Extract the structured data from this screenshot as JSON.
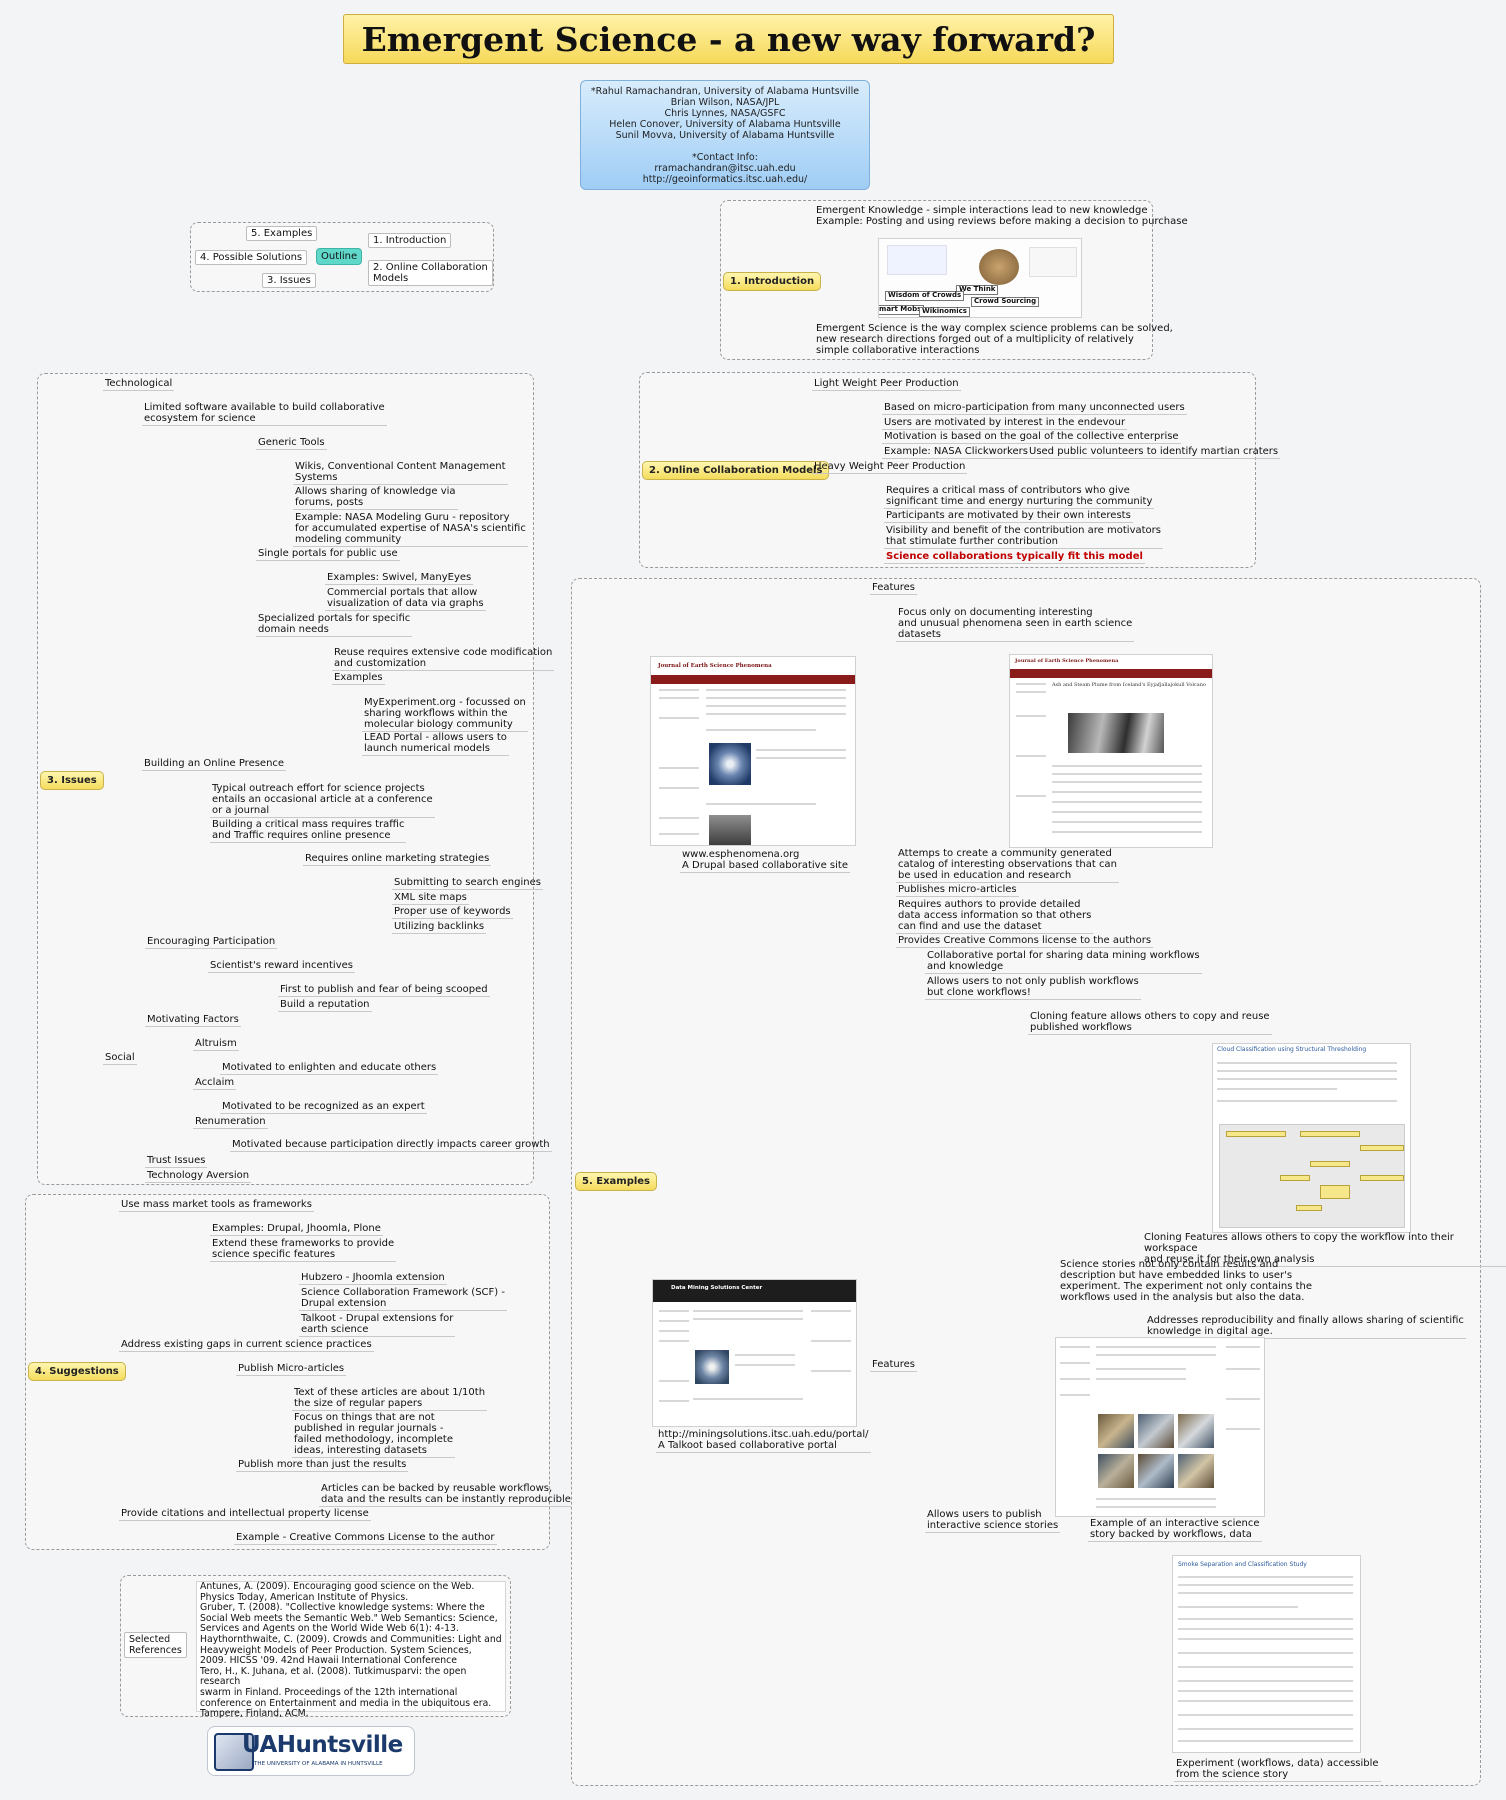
{
  "title": "Emergent Science - a new way forward?",
  "authors": {
    "lines": [
      "*Rahul Ramachandran, University of Alabama Huntsville",
      "Brian Wilson, NASA/JPL",
      "Chris Lynnes, NASA/GSFC",
      "Helen Conover, University of Alabama Huntsville",
      "Sunil Movva, University of Alabama Huntsville"
    ],
    "contact_label": "*Contact Info:",
    "email": "rramachandran@itsc.uah.edu",
    "url": "http://geoinformatics.itsc.uah.edu/"
  },
  "outline": {
    "center": "Outline",
    "items": [
      "5. Examples",
      "4. Possible Solutions",
      "3. Issues",
      "1. Introduction",
      "2. Online Collaboration\nModels"
    ]
  },
  "intro": {
    "topic": "1. Introduction",
    "knowledge": "Emergent Knowledge - simple interactions lead to new knowledge\nExample: Posting and using reviews before making a decision to purchase",
    "image_labels": [
      "We Think",
      "Crowd Sourcing",
      "Wisdom of Crowds",
      "Smart Mobs",
      "Wikinomics"
    ],
    "science": "Emergent Science is the way complex science problems can be solved,\nnew research directions forged out of a multiplicity of relatively\nsimple collaborative interactions"
  },
  "models": {
    "topic": "2. Online Collaboration Models",
    "light": "Light Weight Peer Production",
    "light_items": [
      "Based on micro-participation from many unconnected users",
      "Users are motivated by interest in the endevour",
      "Motivation is based on the goal of the collective enterprise",
      "Example: NASA Clickworkers"
    ],
    "light_example_detail": "Used public volunteers to identify martian craters",
    "heavy": "Heavy Weight Peer Production",
    "heavy_items": [
      "Requires a critical mass of contributors who give\nsignificant time and energy nurturing the community",
      "Participants are motivated by their own interests",
      "Visibility and benefit of the contribution are motivators\nthat stimulate further contribution"
    ],
    "heavy_highlight": "Science collaborations typically fit this model"
  },
  "issues": {
    "topic": "3. Issues",
    "technological": "Technological",
    "limited": "Limited software available to build collaborative\necosystem for science",
    "generic_tools": "Generic Tools",
    "generic_items": [
      "Wikis, Conventional Content Management\nSystems",
      "Allows sharing of knowledge via\nforums, posts",
      "Example: NASA Modeling Guru - repository\nfor accumulated expertise of NASA's scientific\nmodeling community"
    ],
    "single_portals": "Single portals for public use",
    "single_items": [
      "Examples: Swivel, ManyEyes",
      "Commercial portals that allow\nvisualization of data via graphs"
    ],
    "specialized": "Specialized portals for specific\ndomain needs",
    "specialized_items": [
      "Reuse requires extensive code modification\nand customization",
      "Examples"
    ],
    "specialized_examples": [
      "MyExperiment.org - focussed on\nsharing workflows within the\nmolecular biology community",
      "LEAD Portal - allows users to\nlaunch numerical models"
    ],
    "online_presence": "Building an Online Presence",
    "online_items": [
      "Typical outreach effort for science projects\nentails an occasional article at a conference\nor a journal",
      "Building a critical mass requires traffic\nand Traffic requires online presence"
    ],
    "marketing": "Requires online marketing strategies",
    "marketing_items": [
      "Submitting to search engines",
      "XML site maps",
      "Proper use of keywords",
      "Utilizing backlinks"
    ],
    "social": "Social",
    "encouraging": "Encouraging Participation",
    "reward": "Scientist's reward incentives",
    "reward_items": [
      "First to publish and fear of being scooped",
      "Build a reputation"
    ],
    "motivating": "Motivating Factors",
    "altruism": "Altruism",
    "altruism_item": "Motivated to enlighten and educate others",
    "acclaim": "Acclaim",
    "acclaim_item": "Motivated to be recognized as an expert",
    "renumeration": "Renumeration",
    "renumeration_item": "Motivated because participation directly impacts career growth",
    "trust": "Trust Issues",
    "aversion": "Technology Aversion"
  },
  "suggestions": {
    "topic": "4. Suggestions",
    "mass_market": "Use mass market tools as frameworks",
    "mass_items": [
      "Examples: Drupal, Jhoomla, Plone",
      "Extend these frameworks to provide\nscience specific features"
    ],
    "extensions": [
      "Hubzero - Jhoomla extension",
      "Science Collaboration Framework (SCF) -\nDrupal extension",
      "Talkoot - Drupal extensions for\nearth science"
    ],
    "gaps": "Address existing gaps in current science practices",
    "micro": "Publish Micro-articles",
    "micro_items": [
      "Text of these articles are about 1/10th\nthe size of regular papers",
      "Focus on things that are not\npublished in regular journals -\nfailed methodology, incomplete\nideas, interesting datasets"
    ],
    "more": "Publish more than just the results",
    "more_item": "Articles can be backed by reusable workflows,\ndata and the results can be instantly reproducible",
    "citations": "Provide citations and intellectual property license",
    "citations_item": "Example - Creative Commons License to the author"
  },
  "references": {
    "label": "Selected\nReferences",
    "text": "Antunes, A. (2009). Encouraging good science on the Web.\n      Physics Today, American Institute of Physics.\nGruber, T. (2008). \"Collective knowledge systems: Where the\n      Social Web meets the Semantic Web.\" Web Semantics: Science,\n      Services and Agents on the World Wide Web 6(1): 4-13.\nHaythornthwaite, C. (2009). Crowds and Communities: Light and\n      Heavyweight Models of Peer Production. System Sciences,\n      2009. HICSS '09. 42nd Hawaii International Conference\nTero, H., K. Juhana, et al. (2008). Tutkimusparvi: the open research\n      swarm in Finland. Proceedings of the 12th international\n      conference on Entertainment and media in the ubiquitous era.\n      Tampere, Finland, ACM."
  },
  "logo": {
    "name": "UAHuntsville",
    "sub": "THE UNIVERSITY OF ALABAMA IN HUNTSVILLE"
  },
  "examples": {
    "topic": "5. Examples",
    "site1_caption": "www.esphenomena.org\nA Drupal based collaborative site",
    "site1_header": "Journal of Earth Science Phenomena",
    "features1": "Features",
    "focus": "Focus only on documenting interesting\nand unusual phenomena seen in earth science\ndatasets",
    "focus_shot_title": "Ash and Steam Plume from Iceland's Eyjafjallajokull Volcano",
    "f1_items": [
      "Attemps to create a community generated\ncatalog of interesting observations that can\nbe used in education and research",
      "Publishes micro-articles",
      "Requires authors  to provide detailed\ndata access information so that others\ncan find and use the dataset",
      "Provides Creative Commons license to the authors"
    ],
    "site2_caption": "http://miningsolutions.itsc.uah.edu/portal/\nA Talkoot based collaborative portal",
    "site2_header": "Data Mining Solutions Center",
    "features2": "Features",
    "f2_items": [
      "Collaborative portal for sharing data mining workflows\nand knowledge",
      "Allows  users to not only publish workflows\nbut clone workflows!"
    ],
    "cloning": "Cloning feature allows others to copy and reuse\npublished workflows",
    "cloning_shot_title": "Cloud Classification using Structural Thresholding",
    "cloning_caption": "Cloning Features allows others to copy the workflow into their workspace\nand reuse it for their own analysis",
    "publish_stories": "Allows users to publish\ninteractive science stories",
    "stories_desc": "Science stories not only contain results and\ndescription but have embedded links to user's\nexperiment. The experiment not only contains the\nworkflows used in the analysis but also the data.",
    "reproducibility": "Addresses reproducibility and finally allows sharing of scientific\nknowledge in digital age.",
    "story_caption": "Example of an interactive science\nstory backed by workflows, data",
    "experiment_title": "Smoke Separation and Classification Study",
    "experiment_caption": "Experiment (workflows, data) accessible\nfrom the science story"
  },
  "colors": {
    "topic_yellow": "#f4dc5c",
    "author_blue": "#9fcdf5",
    "outline_teal": "#5fd8c9",
    "highlight_red": "#c00000",
    "journal_red": "#8a1b1b"
  }
}
